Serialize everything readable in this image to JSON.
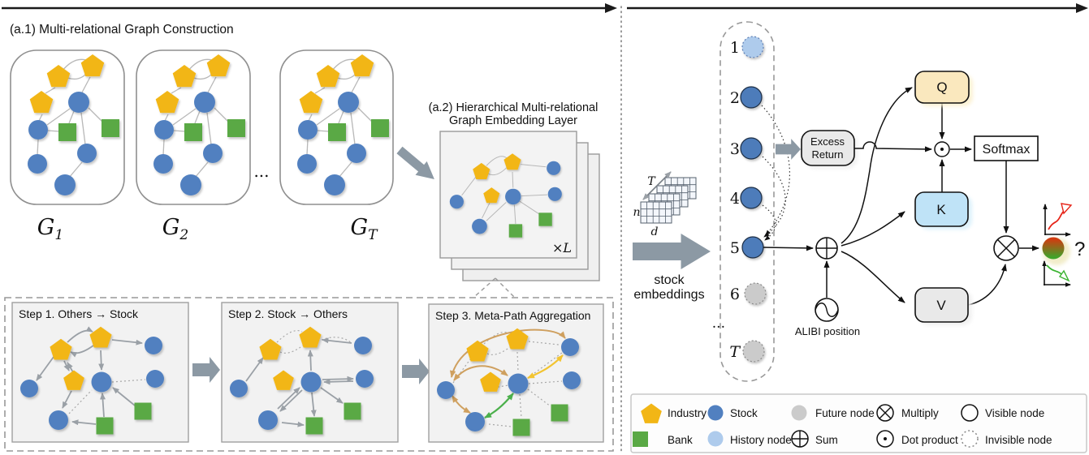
{
  "header": {
    "a1_title": "(a.1) Multi-relational Graph Construction",
    "a2_title_line1": "(a.2) Hierarchical Multi-relational",
    "a2_title_line2": "Graph Embedding Layer",
    "layer_multiplier": "×L"
  },
  "graphs": {
    "g1": {
      "base": "G",
      "sub": "1"
    },
    "g2": {
      "base": "G",
      "sub": "2"
    },
    "gt": {
      "base": "G",
      "sub": "T"
    },
    "ellipsis": "..."
  },
  "steps": {
    "step1_title": "Step 1. Others → Stock",
    "step2_title": "Step 2. Stock → Others",
    "step3_title": "Step 3. Meta-Path Aggregation"
  },
  "attention": {
    "node_labels": [
      "1",
      "2",
      "3",
      "4",
      "5",
      "6",
      "...",
      "T"
    ],
    "tensor_labels": {
      "t": "T",
      "n": "n",
      "d": "d"
    },
    "stock_embeddings_line1": "stock",
    "stock_embeddings_line2": "embeddings",
    "excess_return_line1": "Excess",
    "excess_return_line2": "Return",
    "q_label": "Q",
    "k_label": "K",
    "v_label": "V",
    "softmax_label": "Softmax",
    "alibi_label": "ALIBI position",
    "question_mark": "?"
  },
  "legend": {
    "items": [
      {
        "icon": "industry-pentagon",
        "label": "Industry"
      },
      {
        "icon": "stock-circle",
        "label": "Stock"
      },
      {
        "icon": "future-node-circle",
        "label": "Future node"
      },
      {
        "icon": "multiply-symbol",
        "label": "Multiply"
      },
      {
        "icon": "visible-node-circle",
        "label": "Visible node"
      },
      {
        "icon": "bank-square",
        "label": "Bank"
      },
      {
        "icon": "history-node-circle",
        "label": "History node"
      },
      {
        "icon": "sum-symbol",
        "label": "Sum"
      },
      {
        "icon": "dot-product-symbol",
        "label": "Dot product"
      },
      {
        "icon": "invisible-node-circle",
        "label": "Invisible node"
      }
    ]
  },
  "colors": {
    "industry_yellow": "#F2B616",
    "stock_blue": "#5180C0",
    "bank_green": "#5AA945",
    "history_blue": "#AECBEC",
    "future_gray": "#CBCBCB",
    "q_fill": "#FAE8BE",
    "k_fill": "#BFE3F7",
    "v_fill": "#E9E9E9",
    "excess_return_fill": "#E9E9E9",
    "flow_arrow_gray": "#8C99A4",
    "meta_path_tan": "#CFA05F",
    "meta_path_yellow": "#F2C431",
    "meta_path_green": "#4CB04C",
    "up_trend_red": "#E62317",
    "down_trend_green": "#3CB432"
  }
}
